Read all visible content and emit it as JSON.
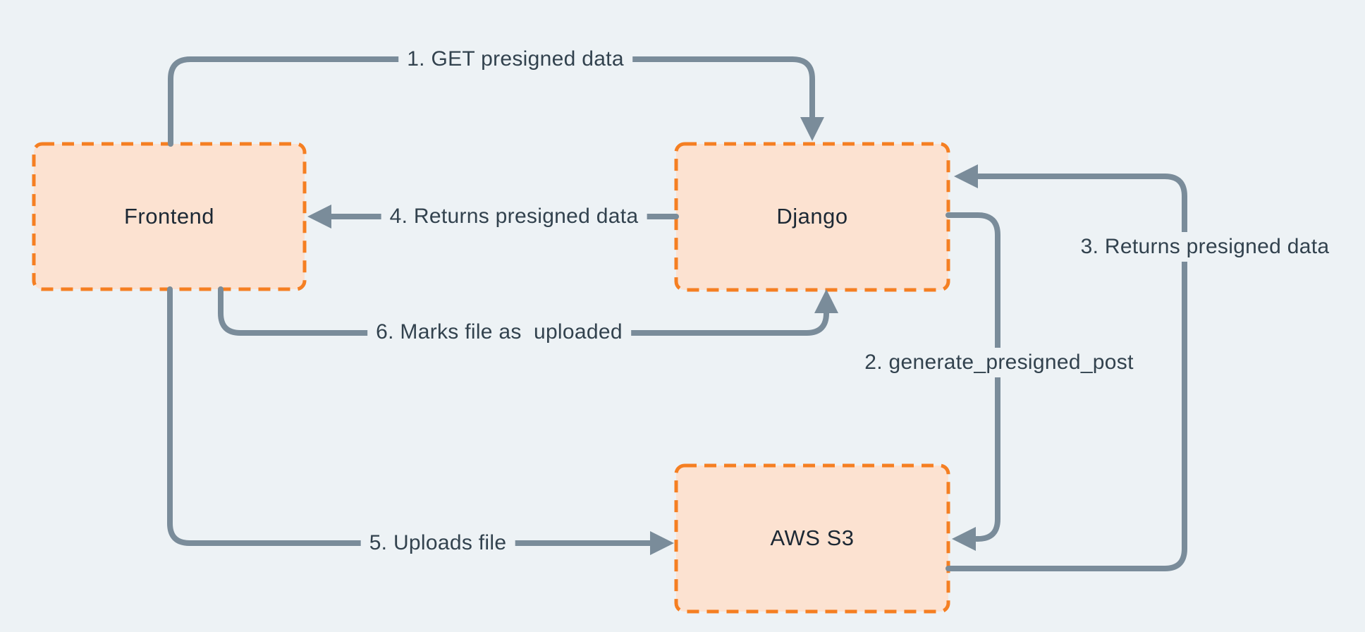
{
  "diagram": {
    "nodes": [
      {
        "id": "frontend",
        "label": "Frontend"
      },
      {
        "id": "django",
        "label": "Django"
      },
      {
        "id": "aws-s3",
        "label": "AWS S3"
      }
    ],
    "edges": [
      {
        "id": "1",
        "label": "1. GET presigned data",
        "from": "frontend",
        "to": "django"
      },
      {
        "id": "2",
        "label": "2. generate_presigned_post",
        "from": "django",
        "to": "aws-s3"
      },
      {
        "id": "3",
        "label": "3. Returns presigned data",
        "from": "aws-s3",
        "to": "django"
      },
      {
        "id": "4",
        "label": "4. Returns presigned data",
        "from": "django",
        "to": "frontend"
      },
      {
        "id": "5",
        "label": "5. Uploads file",
        "from": "frontend",
        "to": "aws-s3"
      },
      {
        "id": "6",
        "label": "6. Marks file as  uploaded",
        "from": "frontend",
        "to": "django"
      }
    ],
    "colors": {
      "background": "#edf2f5",
      "node_fill": "#fce2d1",
      "node_border": "#f57f22",
      "edge_line": "#7a8c9a",
      "edge_label_text": "#32424e",
      "node_label_text": "#1c2834"
    }
  }
}
